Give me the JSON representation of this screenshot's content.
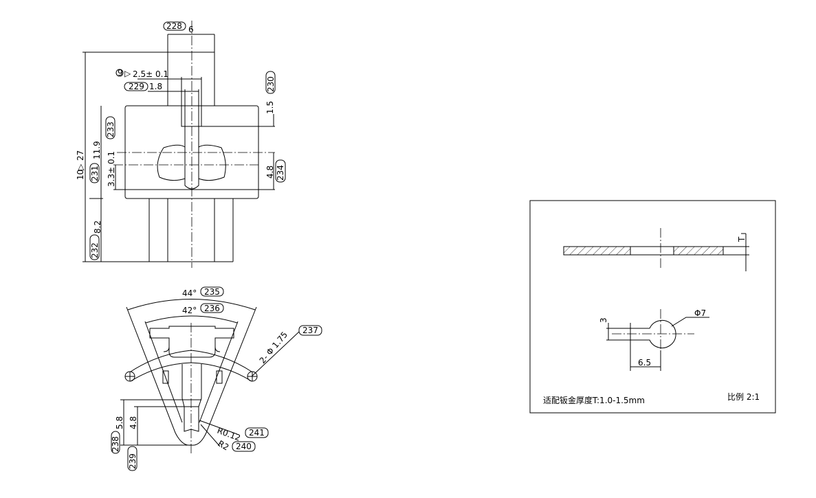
{
  "top_view": {
    "dim_width": "6",
    "tag_width": "228",
    "dim_slot_outer": "2.5± 0.1",
    "note_slot_outer": "9",
    "dim_slot_inner": "1.8",
    "tag_slot_inner": "229",
    "dim_step": "1.5",
    "tag_step": "230",
    "dim_body": "11.9",
    "tag_body": "233",
    "dim_offset": "3.3± 0.1",
    "dim_total": "27",
    "note_total": "10",
    "tag_total": "231",
    "dim_hole": "4.8",
    "tag_hole": "234",
    "dim_lower": "8.2",
    "tag_lower": "232"
  },
  "bottom_view": {
    "angle_outer": "44°",
    "tag_angle_outer": "235",
    "angle_inner": "42°",
    "tag_angle_inner": "236",
    "hole_dim": "2- Φ 1.75",
    "tag_hole": "237",
    "dim_58": "5.8",
    "tag_58": "238",
    "dim_48": "4.8",
    "tag_48": "239",
    "radius_small": "R0.12",
    "tag_radius_small": "241",
    "radius_large": "R2",
    "tag_radius_large": "240"
  },
  "panel": {
    "thickness_label": "T",
    "slot_width": "3",
    "hole_diameter": "Φ7",
    "slot_length": "6.5",
    "note": "适配钣金厚度T:1.0-1.5mm",
    "scale": "比例 2:1"
  }
}
